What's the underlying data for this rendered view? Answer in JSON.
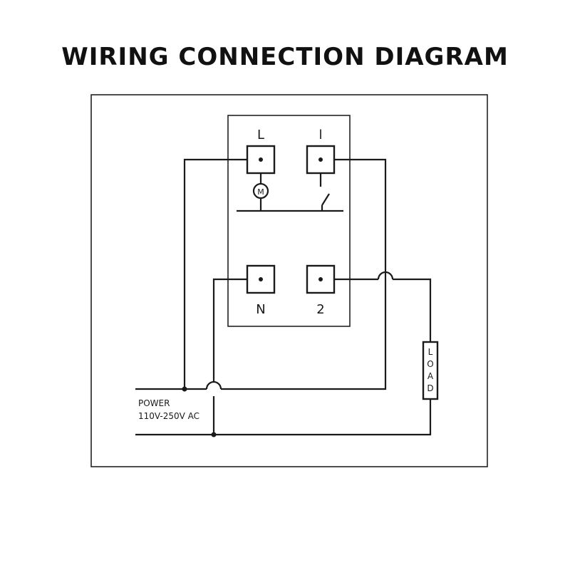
{
  "title": "WIRING CONNECTION DIAGRAM",
  "terminals": {
    "top_left": "L",
    "top_right": "l",
    "bottom_left": "N",
    "bottom_right": "2"
  },
  "motor_symbol": "M",
  "power": {
    "label": "POWER",
    "voltage": "110V-250V AC"
  },
  "load_label": "LOAD",
  "load_letters": [
    "L",
    "O",
    "A",
    "D"
  ],
  "colors": {
    "line": "#1a1a1a",
    "background": "#ffffff"
  }
}
